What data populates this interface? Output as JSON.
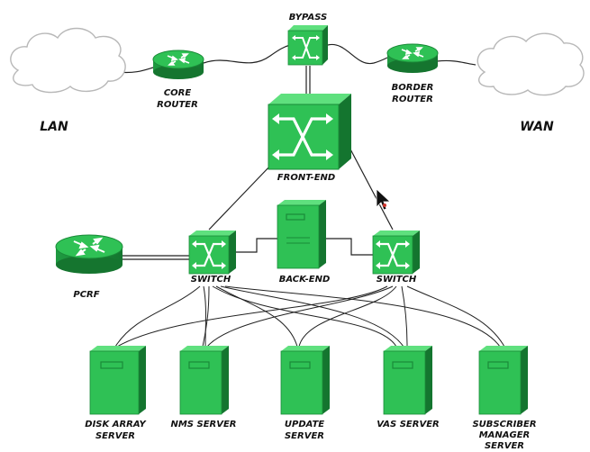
{
  "colors": {
    "device_fill": "#2fc155",
    "device_light": "#5fe07e",
    "device_dark": "#1a8a38",
    "link": "#222222",
    "cloud_stroke": "#b8b8b8"
  },
  "clouds": {
    "lan": "LAN",
    "wan": "WAN"
  },
  "devices": {
    "bypass": "BYPASS",
    "core_router": [
      "CORE",
      "ROUTER"
    ],
    "border_router": [
      "BORDER",
      "ROUTER"
    ],
    "front_end": "FRONT-END",
    "back_end": "BACK-END",
    "switch_left": "SWITCH",
    "switch_right": "SWITCH",
    "pcrf": "PCRF"
  },
  "servers": {
    "disk_array": [
      "DISK ARRAY",
      "SERVER"
    ],
    "nms": [
      "NMS SERVER"
    ],
    "update": [
      "UPDATE",
      "SERVER"
    ],
    "vas": [
      "VAS SERVER"
    ],
    "subscriber_manager": [
      "SUBSCRIBER",
      "MANAGER",
      "SERVER"
    ]
  },
  "icons": {
    "router": "router-icon",
    "switch": "switch-icon",
    "server": "server-icon",
    "cloud": "cloud-icon",
    "cursor": "mouse-cursor-icon"
  }
}
